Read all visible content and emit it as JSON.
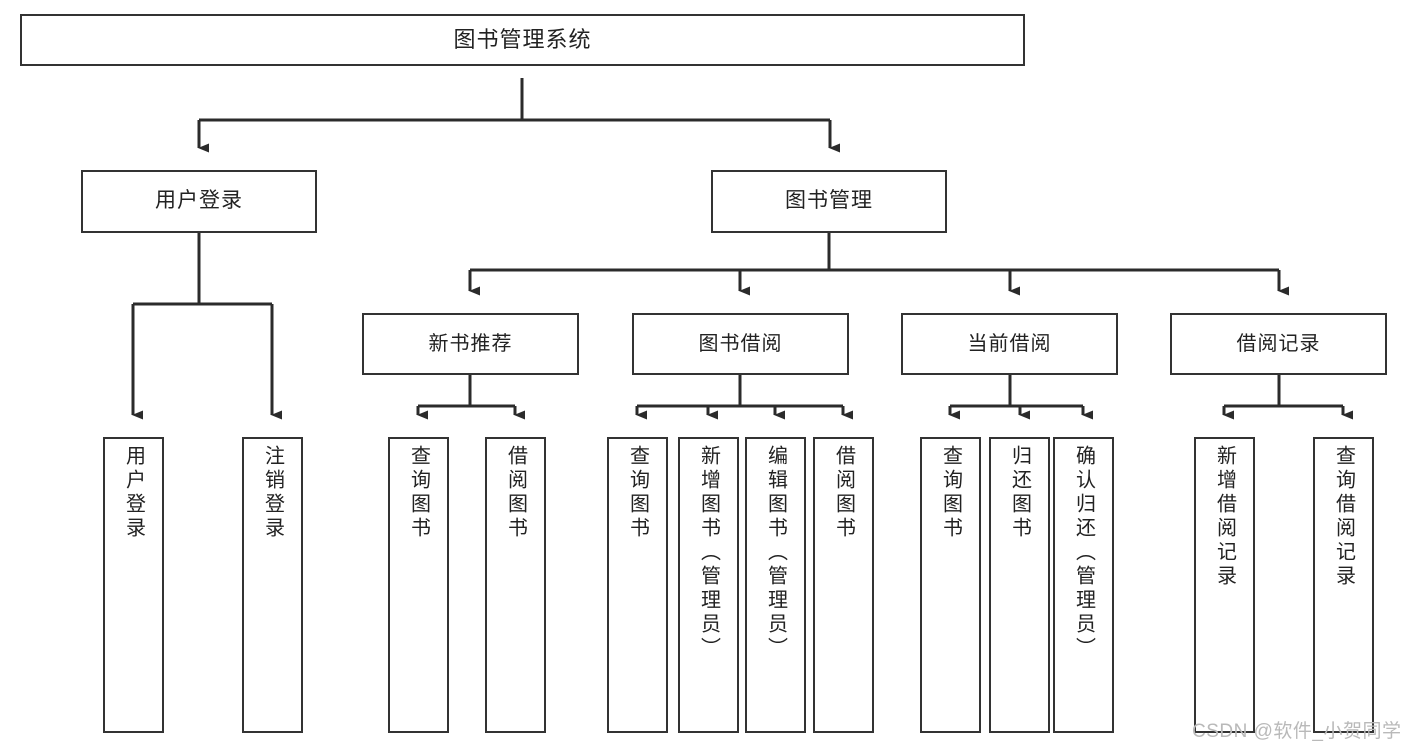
{
  "diagram": {
    "title": "图书管理系统",
    "type": "tree",
    "colors": {
      "box_border": "#333333",
      "box_fill": "#ffffff",
      "connector": "#2b2b2b",
      "text": "#222222",
      "watermark": "#b9b9b9"
    },
    "root": {
      "label": "图书管理系统"
    },
    "level2": [
      {
        "label": "用户登录"
      },
      {
        "label": "图书管理"
      }
    ],
    "level3": [
      {
        "label": "新书推荐"
      },
      {
        "label": "图书借阅"
      },
      {
        "label": "当前借阅"
      },
      {
        "label": "借阅记录"
      }
    ],
    "leaves": {
      "user_login": [
        {
          "label": "用户登录"
        },
        {
          "label": "注销登录"
        }
      ],
      "new_book_recommend": [
        {
          "label": "查询图书"
        },
        {
          "label": "借阅图书"
        }
      ],
      "book_borrow": [
        {
          "label": "查询图书"
        },
        {
          "label": "新增图书（管理员）"
        },
        {
          "label": "编辑图书（管理员）"
        },
        {
          "label": "借阅图书"
        }
      ],
      "current_borrow": [
        {
          "label": "查询图书"
        },
        {
          "label": "归还图书"
        },
        {
          "label": "确认归还（管理员）"
        }
      ],
      "borrow_record": [
        {
          "label": "新增借阅记录"
        },
        {
          "label": "查询借阅记录"
        }
      ]
    },
    "watermark": "CSDN @软件_小贺同学"
  }
}
